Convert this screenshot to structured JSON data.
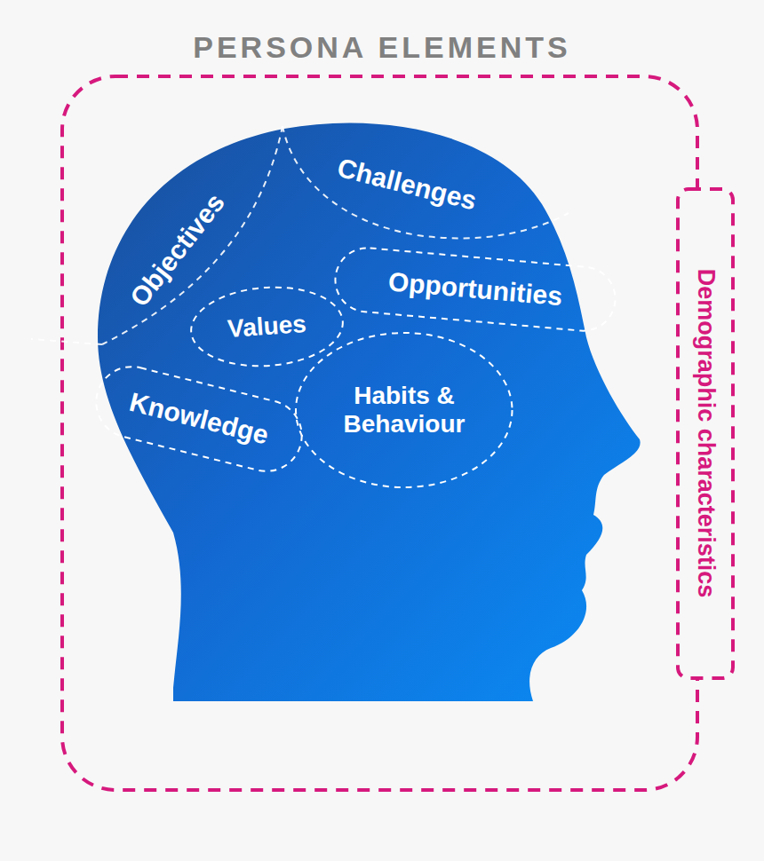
{
  "diagram": {
    "title": "PERSONA ELEMENTS",
    "nodes": [
      {
        "text": [
          "Challenges"
        ]
      },
      {
        "text": [
          "Objectives"
        ]
      },
      {
        "text": [
          "Opportunities"
        ]
      },
      {
        "text": [
          "Values"
        ]
      },
      {
        "text": [
          "Knowledge"
        ]
      },
      {
        "text": [
          "Habits & Behaviour"
        ]
      },
      {
        "text": [
          "Demographic characteristics"
        ]
      }
    ]
  }
}
